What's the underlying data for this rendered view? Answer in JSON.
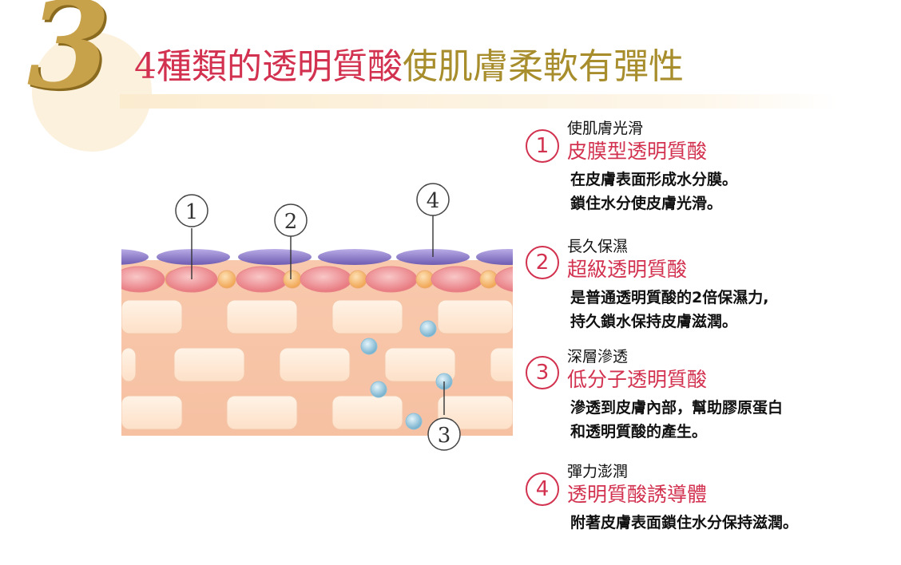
{
  "header": {
    "number": "3",
    "title_part1": "4種類的透明質酸",
    "title_part2": "使肌膚柔軟有彈性"
  },
  "diagram": {
    "callouts": [
      "1",
      "2",
      "3",
      "4"
    ]
  },
  "items": [
    {
      "num": "1",
      "heading": "使肌膚光滑",
      "name": "皮膜型透明質酸",
      "desc_lines": [
        "在皮膚表面形成水分膜。",
        "鎖住水分使皮膚光滑。"
      ]
    },
    {
      "num": "2",
      "heading": "長久保濕",
      "name": "超級透明質酸",
      "desc_lines": [
        "是普通透明質酸的2倍保濕力,",
        "持久鎖水保持皮膚滋潤。"
      ]
    },
    {
      "num": "3",
      "heading": "深層滲透",
      "name": "低分子透明質酸",
      "desc_lines": [
        "滲透到皮膚內部，幫助膠原蛋白",
        "和透明質酸的產生。"
      ]
    },
    {
      "num": "4",
      "heading": "彈力澎潤",
      "name": "透明質酸誘導體",
      "desc_lines": [
        "附著皮膚表面鎖住水分保持滋潤。"
      ]
    }
  ],
  "colors": {
    "accent_red": "#d2324f",
    "accent_gold": "#a88d2c",
    "skin": "#f7c5a8",
    "purple_cell": "#7d6cc0",
    "blue_molecule": "#7fb5cf"
  }
}
